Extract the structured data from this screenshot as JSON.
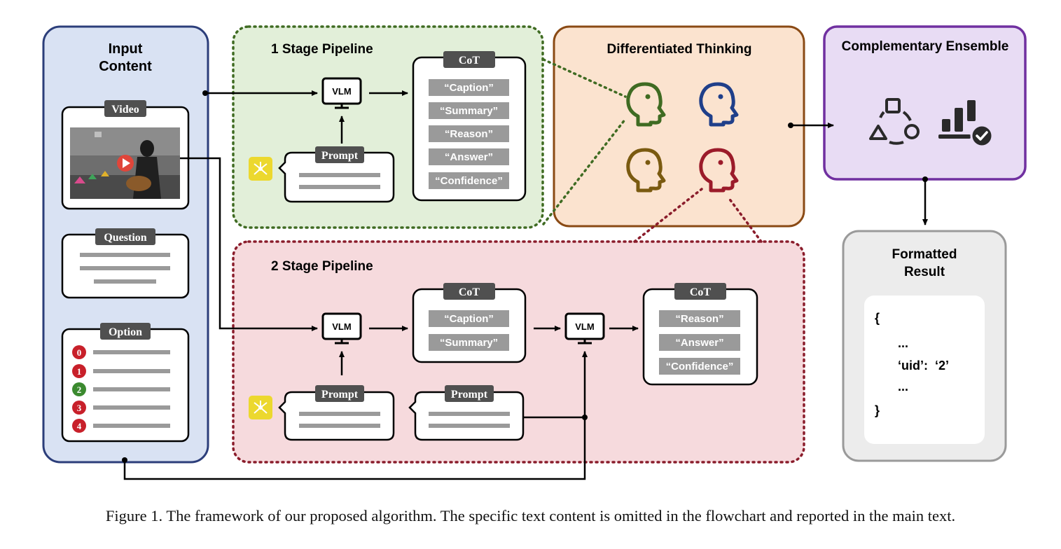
{
  "input_content": {
    "title_line1": "Input",
    "title_line2": "Content",
    "video_label": "Video",
    "question_label": "Question",
    "option_label": "Option",
    "options": [
      "0",
      "1",
      "2",
      "3",
      "4"
    ],
    "option_colors": [
      "#c8202a",
      "#c8202a",
      "#3b8a2f",
      "#c8202a",
      "#c8202a"
    ]
  },
  "stage1": {
    "title": "1 Stage Pipeline",
    "vlm_label": "VLM",
    "prompt_label": "Prompt",
    "cot_label": "CoT",
    "cot_items": [
      "“Caption”",
      "“Summary”",
      "“Reason”",
      "“Answer”",
      "“Confidence”"
    ]
  },
  "stage2": {
    "title": "2 Stage Pipeline",
    "vlm1_label": "VLM",
    "vlm2_label": "VLM",
    "prompt1_label": "Prompt",
    "prompt2_label": "Prompt",
    "cot1_label": "CoT",
    "cot1_items": [
      "“Caption”",
      "“Summary”"
    ],
    "cot2_label": "CoT",
    "cot2_items": [
      "“Reason”",
      "“Answer”",
      "“Confidence”"
    ]
  },
  "differentiated_thinking": {
    "title": "Differentiated Thinking",
    "head_colors": [
      "#3f6b22",
      "#1f3f8a",
      "#7a5a10",
      "#9b1b2a"
    ]
  },
  "complementary_ensemble": {
    "title": "Complementary Ensemble"
  },
  "formatted_result": {
    "title_line1": "Formatted",
    "title_line2": "Result",
    "lines": [
      "{",
      "...",
      "‘uid’:  ‘2’",
      "...",
      "}"
    ]
  },
  "caption": "Figure 1. The framework of our proposed algorithm. The specific text content is omitted in the flowchart and reported in the main text.",
  "colors": {
    "input_fill": "#d9e2f3",
    "input_stroke": "#2c3e7a",
    "stage1_fill": "#e2efd9",
    "stage1_stroke": "#3f6b22",
    "stage2_fill": "#f6dadd",
    "stage2_stroke": "#8a1c2b",
    "thinking_fill": "#fbe3cf",
    "thinking_stroke": "#8a4a14",
    "ensemble_fill": "#e8dcf4",
    "ensemble_stroke": "#7030a0",
    "result_fill": "#ececec",
    "result_stroke": "#9a9a9a",
    "label_fill": "#505050",
    "item_fill": "#9a9a9a",
    "sparkle_fill": "#ecd82e"
  }
}
